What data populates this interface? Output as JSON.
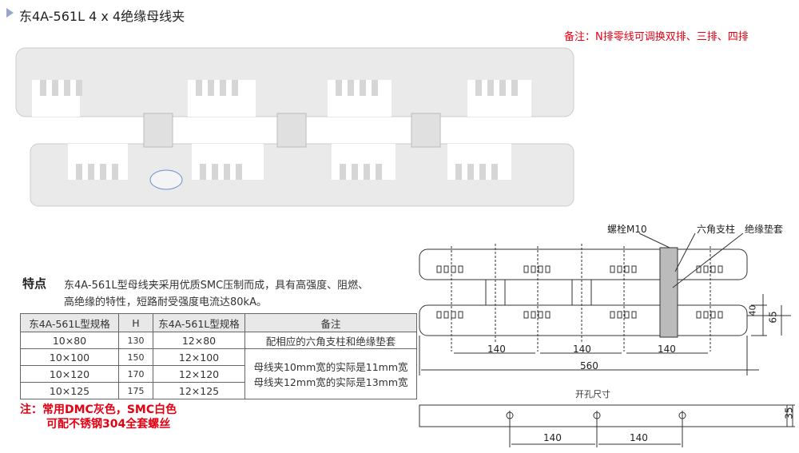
{
  "title": "东4A-561L 4 x 4绝缘母线夹",
  "note_top": "备注：N排零线可调换双排、三排、四排",
  "features": {
    "label": "特点",
    "line1": "东4A-561L型母线夹采用优质SMC压制而成，具有高强度、阻燃、",
    "line2": "高绝缘的特性，短路耐受强度电流达80kA。"
  },
  "table": {
    "headers": [
      "东4A-561L型规格",
      "H",
      "东4A-561L型规格",
      "备注"
    ],
    "rows": [
      [
        "10×80",
        "130",
        "12×80"
      ],
      [
        "10×100",
        "150",
        "12×100"
      ],
      [
        "10×120",
        "170",
        "12×120"
      ],
      [
        "10×125",
        "175",
        "12×125"
      ]
    ],
    "remark1": "配相应的六角支柱和绝缘垫套",
    "remark2a": "母线夹10mm宽的实际是11mm宽",
    "remark2b": "母线夹12mm宽的实际是13mm宽"
  },
  "red_note": {
    "line1": "注：常用DMC灰色，SMC白色",
    "line2": "可配不锈钢304全套螺丝"
  },
  "drawing": {
    "bolt": "螺栓M10",
    "hex_post": "六角支柱",
    "insulating_sleeve": "绝缘垫套",
    "dim_140a": "140",
    "dim_140b": "140",
    "dim_140c": "140",
    "dim_560": "560",
    "dim_40": "40",
    "dim_65": "65",
    "hole_title": "开孔尺寸",
    "dim_35": "35",
    "hole_140a": "140",
    "hole_140b": "140"
  },
  "colors": {
    "red": "#e60012",
    "product": "#eaeaea"
  }
}
